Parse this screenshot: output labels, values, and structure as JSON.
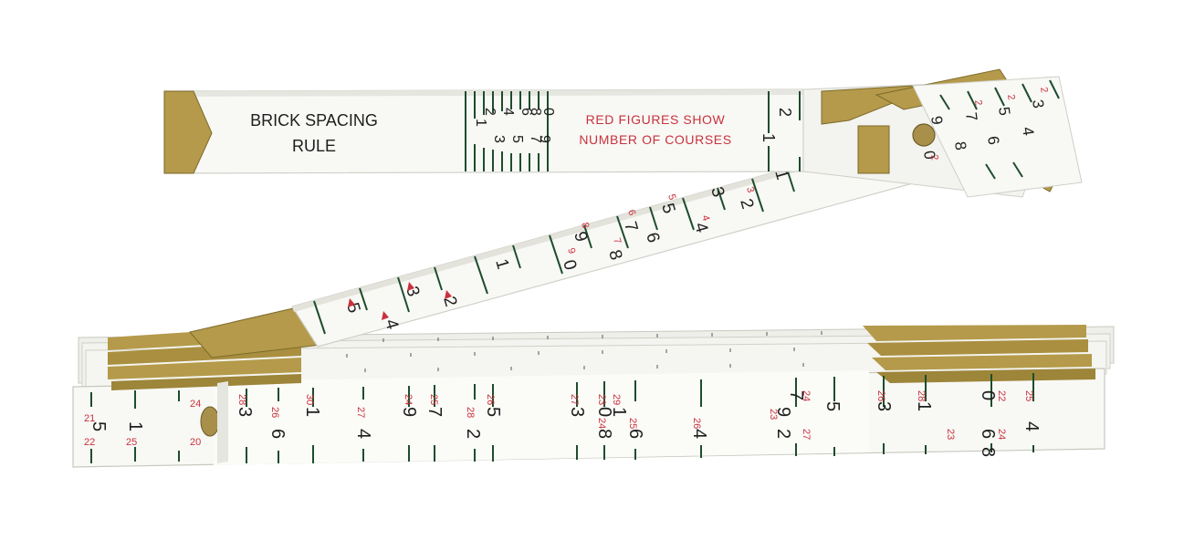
{
  "product": {
    "title_line1": "BRICK SPACING",
    "title_line2": "RULE",
    "note_line1": "RED FIGURES SHOW",
    "note_line2": "NUMBER OF COURSES"
  },
  "colors": {
    "rule_face": "#f7f7f4",
    "rule_edge": "#d9d9d2",
    "brass": "#b49a4a",
    "brass_dark": "#7d6a2c",
    "tick_green": "#1d4d2c",
    "course_red": "#c8323c"
  },
  "top_segment": {
    "black_numbers": [
      "1",
      "2"
    ],
    "dense_scale_numbers": [
      "1",
      "2",
      "3",
      "4",
      "5",
      "6",
      "7",
      "8",
      "9",
      "0"
    ]
  },
  "diagonal_segment": {
    "black_numbers": [
      "1",
      "2",
      "3",
      "4",
      "5",
      "6",
      "7",
      "8",
      "9",
      "0",
      "1",
      "2",
      "3",
      "4",
      "5"
    ],
    "red_numbers": [
      "2",
      "3",
      "4",
      "5",
      "6",
      "7",
      "8",
      "9"
    ]
  },
  "hinge_segment": {
    "black_numbers": [
      "3",
      "4",
      "5",
      "6",
      "7",
      "8",
      "9",
      "0"
    ],
    "red_numbers": [
      "2",
      "2",
      "2",
      "2"
    ]
  },
  "bottom_stack": {
    "black_numbers": [
      "5",
      "1",
      "3",
      "6",
      "1",
      "4",
      "9",
      "7",
      "2",
      "5",
      "3",
      "0",
      "8",
      "1",
      "6",
      "4",
      "7",
      "9",
      "2",
      "5",
      "3",
      "1",
      "0",
      "6",
      "8",
      "4"
    ],
    "red_numbers": [
      "21",
      "22",
      "25",
      "24",
      "20",
      "28",
      "26",
      "30",
      "27",
      "24",
      "25",
      "26",
      "28",
      "27",
      "23",
      "29",
      "24",
      "25",
      "26",
      "23",
      "24",
      "27",
      "26",
      "28",
      "22",
      "23",
      "24",
      "25"
    ]
  }
}
